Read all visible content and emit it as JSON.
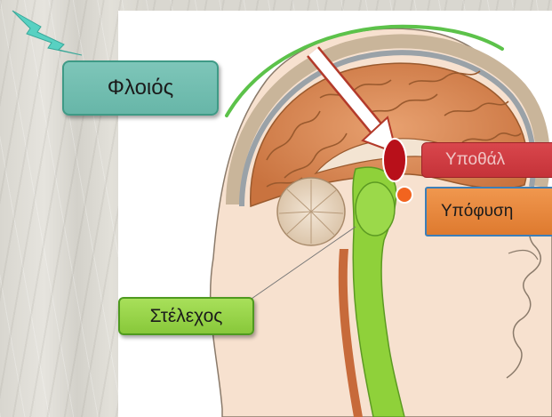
{
  "labels": {
    "cortex": "Φλοιός",
    "hypothalamus": "Υποθάλ",
    "pituitary": "Υπόφυση",
    "brainstem": "Στέλεχος"
  },
  "colors": {
    "cortex_label": "#6fbcae",
    "brainstem_label": "#97d24a",
    "hypothalamus_label": "#cf3c42",
    "pituitary_label": "#e8873b",
    "arc": "#5cc24a",
    "lightning": "#58d1c2"
  }
}
